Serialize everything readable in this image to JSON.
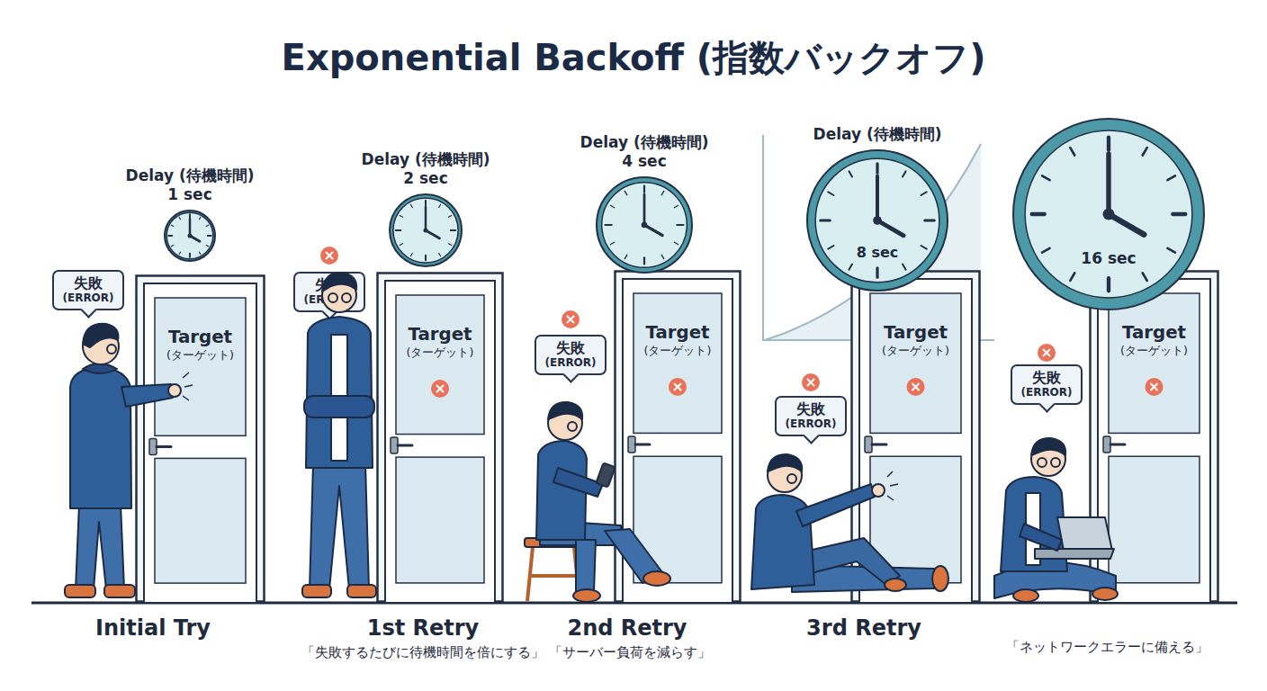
{
  "diagram": {
    "title": "Exponential Backoff (指数バックオフ)",
    "nodes": [
      {
        "text": [
          "Delay (待機時間)",
          "1 sec"
        ]
      },
      {
        "text": [
          "失敗",
          "(ERROR)"
        ]
      },
      {
        "text": [
          "Target",
          "(ターゲット)"
        ]
      },
      {
        "text": [
          "Delay (待機時間)",
          "2 sec"
        ]
      },
      {
        "text": [
          "失敗",
          "(ERROR)"
        ]
      },
      {
        "text": [
          "Target",
          "(ターゲット)"
        ]
      },
      {
        "text": [
          "Delay (待機時間)",
          "4 sec"
        ]
      },
      {
        "text": [
          "失敗",
          "(ERROR)"
        ]
      },
      {
        "text": [
          "Target",
          "(ターゲット)"
        ]
      },
      {
        "text": [
          "Delay (待機時間)",
          "8 sec"
        ]
      },
      {
        "text": [
          "失敗",
          "(ERROR)"
        ]
      },
      {
        "text": [
          "Target",
          "(ターゲット)"
        ]
      },
      {
        "text": [
          "16 sec"
        ]
      },
      {
        "text": [
          "失敗",
          "(ERROR)"
        ]
      },
      {
        "text": [
          "Target",
          "(ターゲット)"
        ]
      }
    ],
    "labels": [
      "Initial Try",
      "1st Retry",
      "「失敗するたびに待機時間を倍にする」",
      "2nd Retry",
      "「サーバー負荷を減らす」",
      "3rd Retry",
      "「ネットワークエラーに備える」"
    ]
  }
}
